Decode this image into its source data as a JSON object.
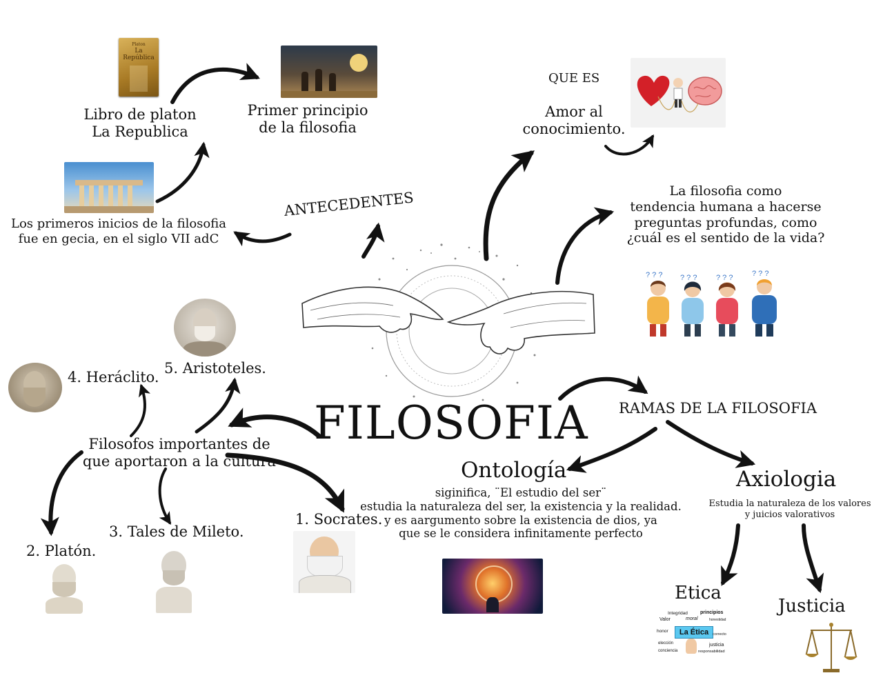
{
  "center": {
    "title": "FILOSOFIA"
  },
  "antecedentes": {
    "heading": "ANTECEDENTES",
    "primeros": [
      "Los primeros inicios de la filosofia",
      "fue en gecia, en el siglo VII adC"
    ],
    "libro": [
      "Libro de platon",
      "La Republica"
    ],
    "primer_principio": [
      "Primer principio",
      "de la filosofia"
    ],
    "book_cover": [
      "Platon",
      "La",
      "República"
    ]
  },
  "que_es": {
    "heading": "QUE ES",
    "amor": [
      "Amor al",
      "conocimiento."
    ],
    "tendencia": [
      "La filosofia como",
      "tendencia humana a hacerse",
      "preguntas profundas, como",
      "¿cuál es el sentido de la vida?"
    ]
  },
  "filosofos": {
    "heading": [
      "Filosofos importantes de",
      "que aportaron a la cultura"
    ],
    "socrates": "1. Socrates.",
    "platon": "2. Platón.",
    "tales": "3. Tales de Mileto.",
    "heraclito": "4. Heráclito.",
    "aristoteles": "5. Aristoteles."
  },
  "ramas": {
    "heading": "RAMAS DE LA FILOSOFIA",
    "ontologia": {
      "title": "Ontología",
      "desc": [
        "siginifica, ¨El estudio del ser¨",
        "estudia la naturaleza del ser, la existencia y la realidad.",
        "y es aargumento sobre la existencia de dios, ya",
        "que se le considera infinitamente perfecto"
      ]
    },
    "axiologia": {
      "title": "Axiologia",
      "desc": [
        "Estudia la naturaleza de los valores",
        "y juicios valorativos"
      ]
    },
    "etica": "Etica",
    "justicia": "Justicia",
    "etica_badge": "La Ética",
    "etica_words": [
      "Integridad",
      "principios",
      "Valor",
      "moral",
      "honestidad",
      "honor",
      "correcto",
      "elección",
      "justicia",
      "conciencia",
      "responsabilidad"
    ]
  },
  "colors": {
    "ink": "#111111",
    "arrow": "#111111",
    "badge": "#5bc8f0"
  }
}
